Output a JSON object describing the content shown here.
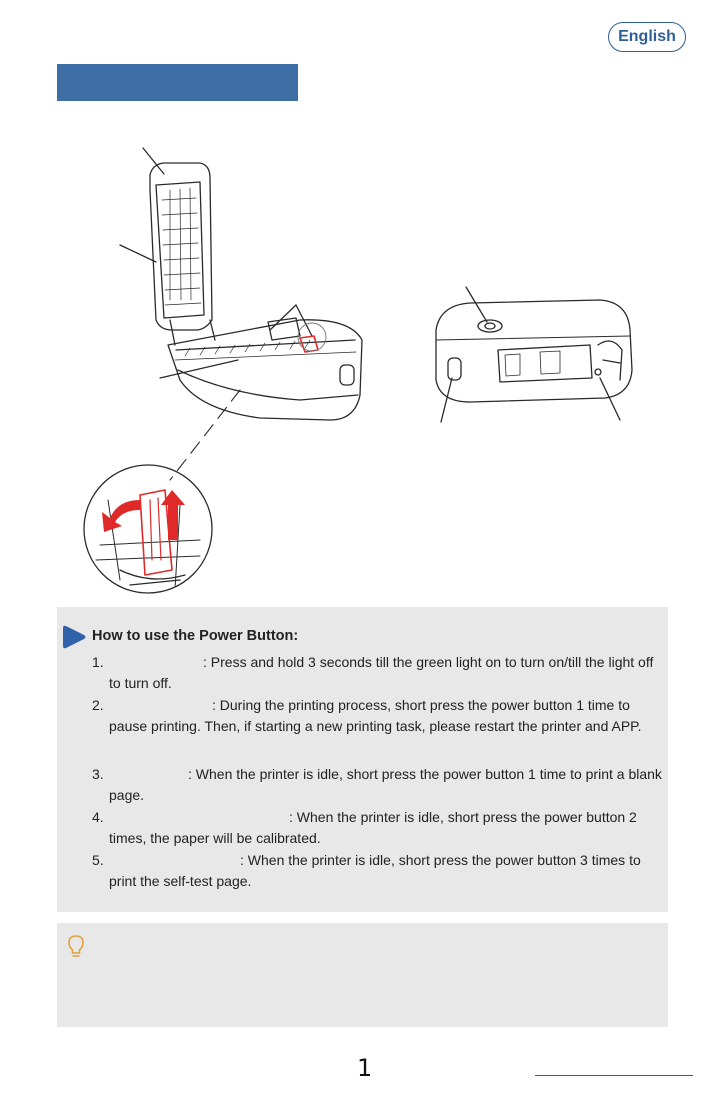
{
  "header": {
    "language_badge": "English"
  },
  "colors": {
    "accent_blue": "#3d6ea6",
    "box_gray": "#e8e8e8",
    "arrow_red": "#e02a2a",
    "bulb_orange": "#e0a13a"
  },
  "power_button_guide": {
    "title": "How to use the Power Button:",
    "steps": [
      {
        "number": "1.",
        "text": ": Press and hold 3 seconds till the green light on to turn on/till the light off to turn off."
      },
      {
        "number": "2.",
        "text": ": During the printing process, short press the power button 1 time to pause printing. Then, if starting a new printing task, please restart the printer and APP."
      },
      {
        "number": "3.",
        "text": ": When the printer is idle, short press the power button 1 time to print a blank page."
      },
      {
        "number": "4.",
        "text": ": When the printer is idle, short press the power button 2 times, the paper will be calibrated."
      },
      {
        "number": "5.",
        "text": ": When the printer is idle, short press the power button 3 times to print the self-test page."
      }
    ]
  },
  "icons": {
    "section_marker": "play-triangle-icon",
    "tip": "lightbulb-icon"
  },
  "footer": {
    "page_number": "1"
  }
}
